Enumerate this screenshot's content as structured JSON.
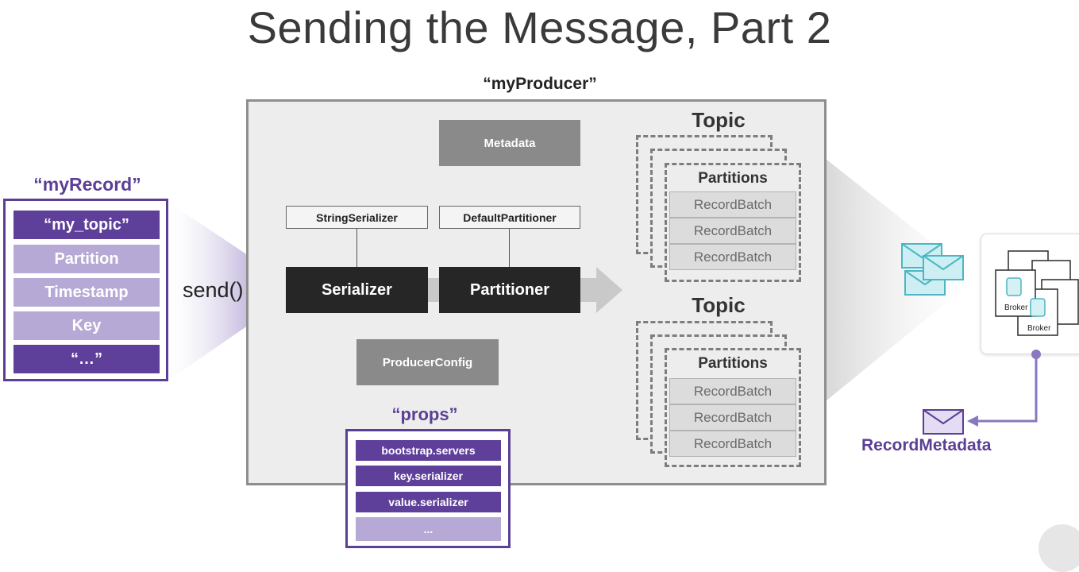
{
  "title": "Sending the Message, Part 2",
  "producer": {
    "label": "“myProducer”",
    "metadata": "Metadata",
    "string_serializer": "StringSerializer",
    "default_partitioner": "DefaultPartitioner",
    "serializer": "Serializer",
    "partitioner": "Partitioner",
    "producer_config": "ProducerConfig"
  },
  "record": {
    "label": "“myRecord”",
    "fields": [
      "“my_topic”",
      "Partition",
      "Timestamp",
      "Key",
      "“…”"
    ]
  },
  "send_label": "send()",
  "topics": [
    {
      "title": "Topic",
      "partitions_label": "Partitions",
      "batches": [
        "RecordBatch",
        "RecordBatch",
        "RecordBatch"
      ]
    },
    {
      "title": "Topic",
      "partitions_label": "Partitions",
      "batches": [
        "RecordBatch",
        "RecordBatch",
        "RecordBatch"
      ]
    }
  ],
  "props": {
    "label": "“props”",
    "items": [
      "bootstrap.servers",
      "key.serializer",
      "value.serializer",
      "..."
    ]
  },
  "brokers": {
    "label": "Broker"
  },
  "record_metadata": "RecordMetadata",
  "colors": {
    "purple": "#5b3f94",
    "teal": "#4db6c4",
    "dark": "#262626",
    "gray": "#8a8a8a"
  }
}
